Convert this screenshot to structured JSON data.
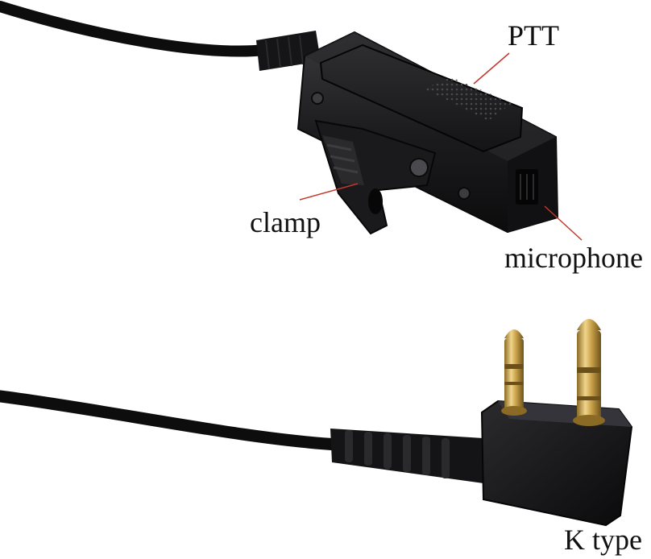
{
  "labels": {
    "ptt": "PTT",
    "clamp": "clamp",
    "microphone": "microphone",
    "plug_type": "K type"
  },
  "colors": {
    "background": "#ffffff",
    "body": "#1b1b1d",
    "cable": "#0d0d0e",
    "gold_pin": "#c9a24a",
    "leader_line": "#c0392b"
  }
}
